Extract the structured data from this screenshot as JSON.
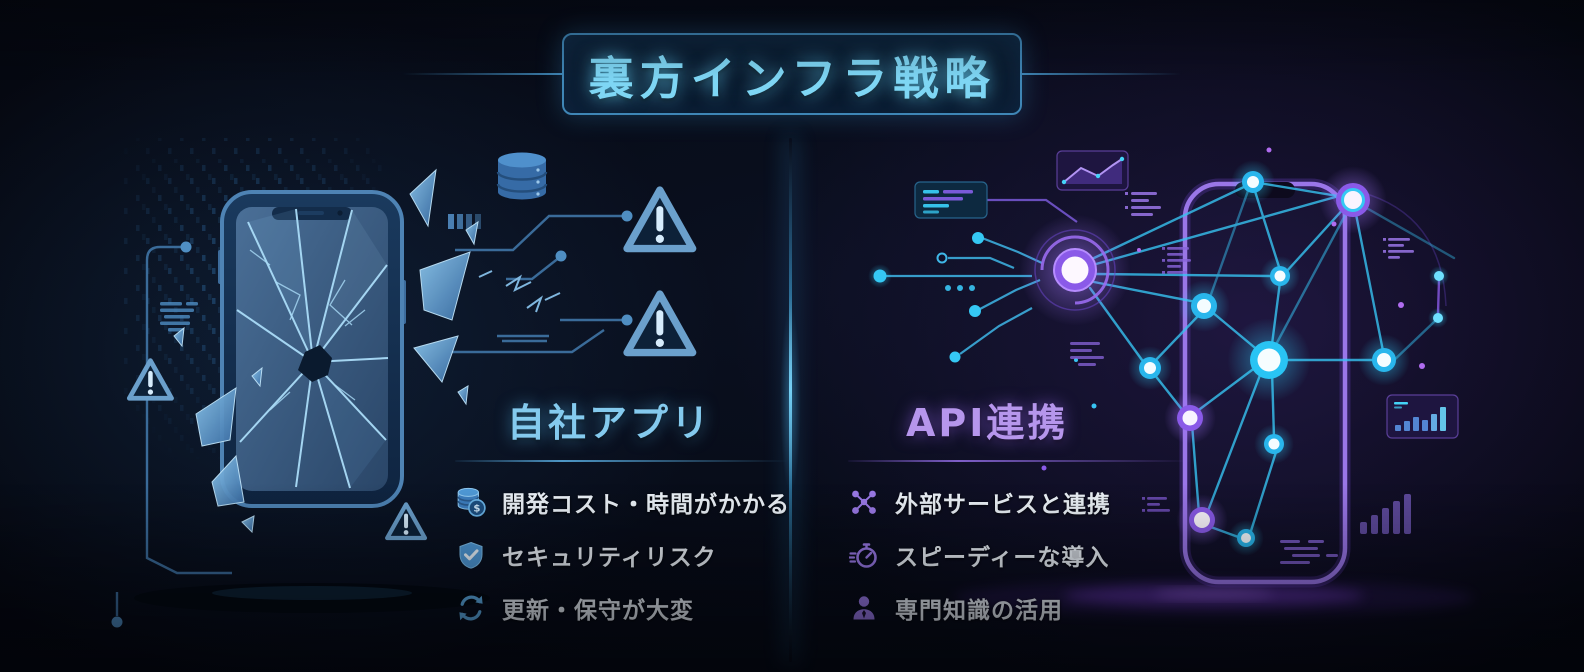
{
  "title": {
    "text": "裏方インフラ戦略"
  },
  "left_section": {
    "heading": "自社アプリ",
    "accent_color": "#84caee",
    "items": [
      {
        "icon": "coins-icon",
        "badge": "$",
        "label": "開発コスト・時間がかかる"
      },
      {
        "icon": "shield-check-icon",
        "label": "セキュリティリスク"
      },
      {
        "icon": "refresh-icon",
        "label": "更新・保守が大変"
      }
    ]
  },
  "right_section": {
    "heading": "API連携",
    "accent_color": "#b696ec",
    "items": [
      {
        "icon": "network-icon",
        "label": "外部サービスと連携"
      },
      {
        "icon": "stopwatch-icon",
        "label": "スピーディーな導入"
      },
      {
        "icon": "expert-person-icon",
        "label": "専門知識の活用"
      }
    ]
  },
  "colors": {
    "background": "#04060d",
    "title_text": "#7ed6f4",
    "title_border": "#3f86b6",
    "divider_glow": "#4ac8f0",
    "left_icon": "#5aabe0",
    "right_icon": "#9b7ae8",
    "item_text": "#edf3f9"
  }
}
